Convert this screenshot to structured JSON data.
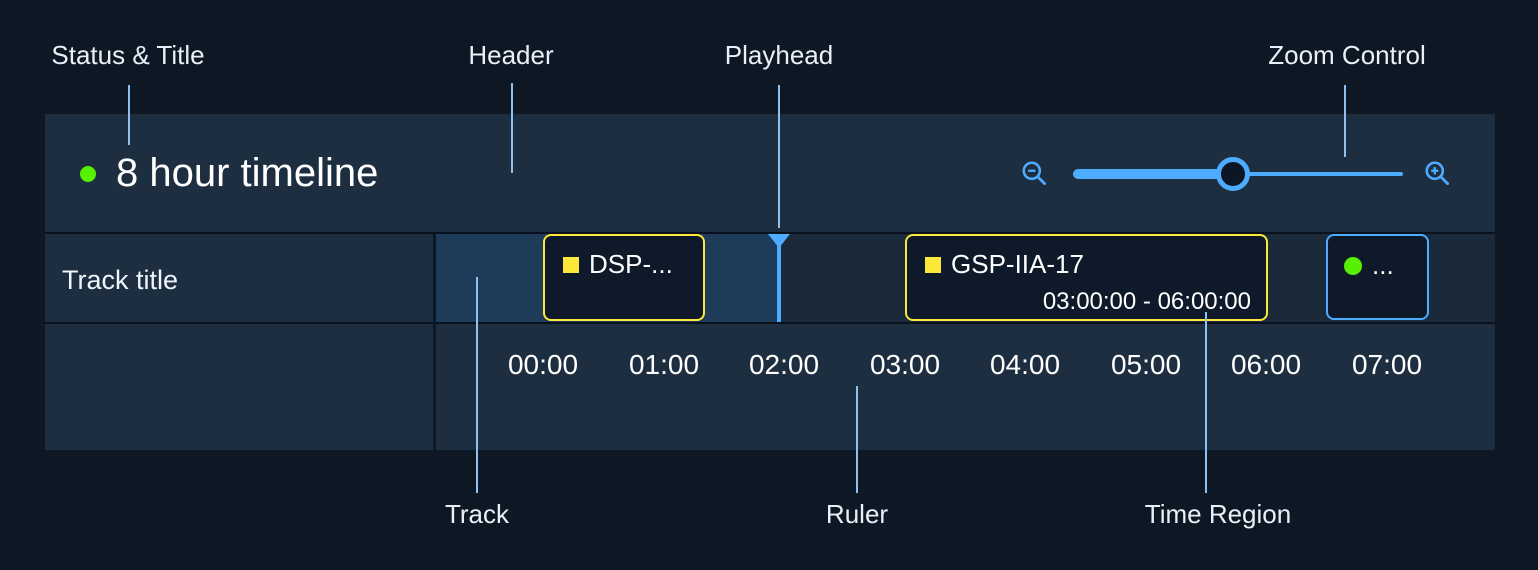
{
  "annotations": {
    "top": {
      "status_title": "Status & Title",
      "header": "Header",
      "playhead": "Playhead",
      "zoom_control": "Zoom Control"
    },
    "bottom": {
      "track": "Track",
      "ruler": "Ruler",
      "time_region": "Time Region"
    }
  },
  "timeline": {
    "header": {
      "title": "8 hour timeline",
      "status_dot": "green"
    },
    "zoom_control": {
      "zoom_out_icon": "magnifier-minus",
      "zoom_in_icon": "magnifier-plus",
      "slider_position_pct": 48
    },
    "track": {
      "title": "Track title"
    },
    "regions": {
      "dsp": {
        "label": "DSP-...",
        "status_icon": "yellow-square"
      },
      "gsp": {
        "label": "GSP-IIA-17",
        "time_range": "03:00:00 - 06:00:00",
        "status_icon": "yellow-square"
      },
      "overflow": {
        "label": "...",
        "status_icon": "green-dot"
      }
    },
    "ruler_ticks": [
      "00:00",
      "01:00",
      "02:00",
      "03:00",
      "04:00",
      "05:00",
      "06:00",
      "07:00"
    ]
  },
  "colors": {
    "accent_blue": "#4dacff",
    "status_yellow": "#fce83a",
    "status_green": "#56f000",
    "annotation_line_blue": "#8fc0ee",
    "played_track_bg": "#1e3c59",
    "surface_bg": "#1d2e40",
    "page_bg": "#0e1724"
  }
}
